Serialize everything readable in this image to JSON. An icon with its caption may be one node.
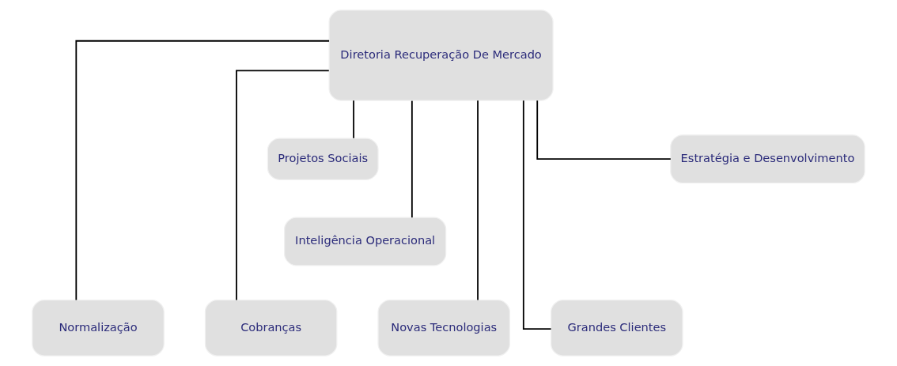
{
  "diagram": {
    "nodes": [
      {
        "text": [
          "Diretoria Recuperação De Mercado"
        ]
      },
      {
        "text": [
          "Projetos Sociais"
        ]
      },
      {
        "text": [
          "Estratégia e Desenvolvimento"
        ]
      },
      {
        "text": [
          "Inteligência Operacional"
        ]
      },
      {
        "text": [
          "Normalização"
        ]
      },
      {
        "text": [
          "Cobranças"
        ]
      },
      {
        "text": [
          "Novas Tecnologias"
        ]
      },
      {
        "text": [
          "Grandes Clientes"
        ]
      }
    ],
    "edges": [
      {
        "from": 0,
        "to": 1,
        "arrow": "none"
      },
      {
        "from": 0,
        "to": 2,
        "arrow": "none"
      },
      {
        "from": 0,
        "to": 3,
        "arrow": "none"
      },
      {
        "from": 0,
        "to": 4,
        "arrow": "none"
      },
      {
        "from": 0,
        "to": 5,
        "arrow": "none"
      },
      {
        "from": 0,
        "to": 6,
        "arrow": "none"
      },
      {
        "from": 0,
        "to": 7,
        "arrow": "none"
      }
    ]
  }
}
